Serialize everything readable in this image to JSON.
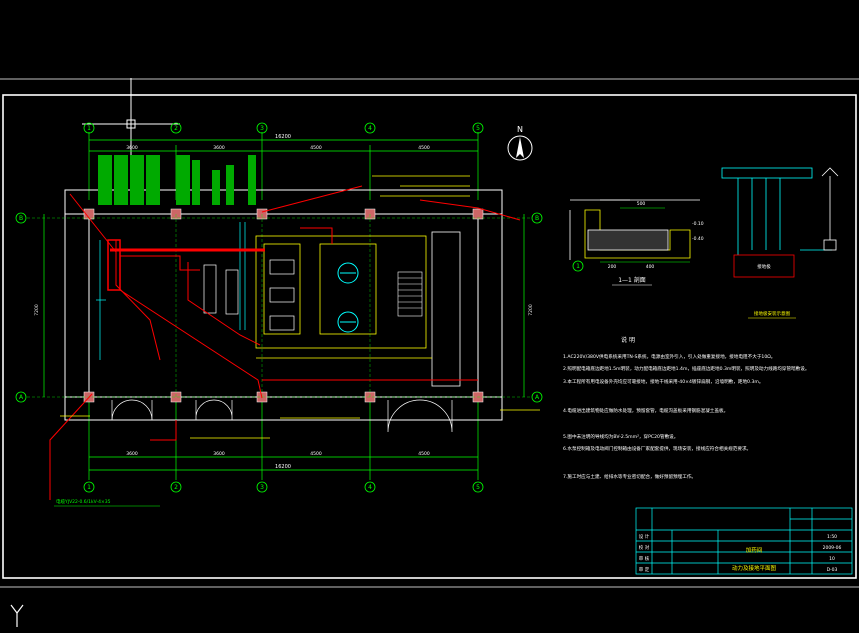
{
  "colors": {
    "background": "#000000",
    "frame": "#ffffff",
    "wall": "#ffffff",
    "dimension": "#00ff00",
    "axis_bubble": "#00ff00",
    "cable": "#ff0000",
    "equipment": "#ffff00",
    "conduit": "#00ffff",
    "note_text": "#ffffff",
    "magenta": "#ff00ff"
  },
  "grid_axes": {
    "vertical": [
      "1",
      "2",
      "3",
      "4",
      "5"
    ],
    "horizontal": [
      "B",
      "A"
    ]
  },
  "dimensions": {
    "top_overall": "16200",
    "top_spans": [
      "3600",
      "3600",
      "4500",
      "4500"
    ],
    "bottom_overall": "16200",
    "bottom_spans": [
      "3600",
      "3600",
      "4500",
      "4500"
    ],
    "left_side": "7200",
    "right_side": "7200"
  },
  "north_arrow_label": "N",
  "section": {
    "title": "1—1 剖面",
    "dims": [
      "500",
      "200",
      "-0.10",
      "-0.40",
      "400"
    ],
    "axis": "1"
  },
  "notes": {
    "heading": "说 明",
    "lines": [
      "1.AC220V/380V供电系统采用TN-S系统，电源由室外引入，引入处做重复接地，接地电阻不大于10Ω。",
      "2.照明配电箱底边距地1.5m明装，动力配电箱底边距地1.4m，插座底边距地0.3m明装，照明及动力线路均穿管暗敷设。",
      "3.本工程所有用电设备外壳均应可靠接地，接地干线采用-40×4镀锌扁钢，沿墙明敷，距地0.3m。",
      "4.电缆进出建筑物处应做防水处理，预留套管，电缆沟盖板采用钢筋混凝土盖板。",
      "5.图中未注明的导线均为BV-2.5mm²，穿PC20管敷设。",
      "6.水泵控制箱及电动阀门控制箱由设备厂家配套提供，现场安装，接线应符合相关规范要求。",
      "7.施工时应与土建、给排水等专业密切配合，做好预留预埋工作。"
    ]
  },
  "title_block": {
    "project": "加药间",
    "drawing_name": "动力及接地平面图",
    "scale": "1:50",
    "date": "2009-06",
    "sheet": "10",
    "number": "D-03",
    "left_labels": [
      "设 计",
      "校 对",
      "审 核",
      "审 定"
    ]
  },
  "cable_label": "电缆YJV22-0.6/1kV-4×35",
  "ground_label": "接地极",
  "detail_label": "接地极安装示意图"
}
